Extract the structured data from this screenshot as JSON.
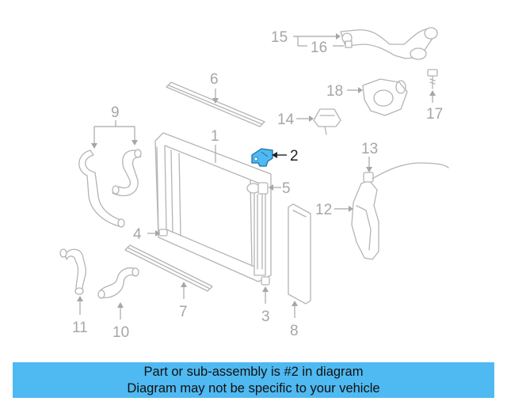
{
  "diagram": {
    "callouts": [
      "1",
      "2",
      "3",
      "4",
      "5",
      "6",
      "7",
      "8",
      "9",
      "10",
      "11",
      "12",
      "13",
      "14",
      "15",
      "16",
      "17",
      "18"
    ],
    "highlighted_part": "2",
    "highlight_color": "#4fb9f1"
  },
  "banner": {
    "line1": "Part or sub-assembly is #2 in diagram",
    "line2": "Diagram may not be specific to your vehicle",
    "background": "#4fb9f1"
  }
}
